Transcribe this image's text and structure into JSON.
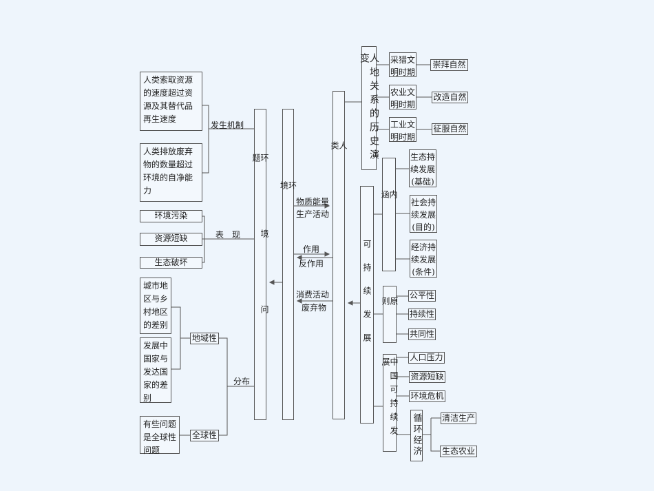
{
  "causes": {
    "label": "发生机制",
    "items": [
      "人类索取资源的速度超过资源及其替代品再生速度",
      "人类排放废弃物的数量超过环境的自净能力"
    ]
  },
  "expressions": {
    "label": "表　现",
    "items": [
      "环境污染",
      "资源短缺",
      "生态破坏"
    ]
  },
  "distribution": {
    "label": "分布",
    "regional": "地域性",
    "global": "全球性",
    "regional_items": [
      "城市地区与乡村地区的差别",
      "发展中国家与发达国家的差别"
    ],
    "global_items": [
      "有些问题是全球性问题"
    ]
  },
  "columns": {
    "env_problem": "环境问题",
    "env": "环境",
    "human": "人类",
    "history": "人地关系的历史演变",
    "sustainable": "可持续发展"
  },
  "flows": {
    "material_1": "物质能量",
    "material_2": "生产活动",
    "action": "作用",
    "reaction": "反作用",
    "consume_1": "消费活动",
    "consume_2": "废弃物"
  },
  "history": {
    "periods": [
      "采猎文明时期",
      "农业文明时期",
      "工业文明时期"
    ],
    "attitudes": [
      "崇拜自然",
      "改造自然",
      "征服自然"
    ]
  },
  "connotation": {
    "label": "内涵",
    "items": [
      "生态持续发展(基础)",
      "社会持续发展(目的)",
      "经济持续发展(条件)"
    ]
  },
  "principles": {
    "label": "原则",
    "items": [
      "公平性",
      "持续性",
      "共同性"
    ]
  },
  "china": {
    "label": "中国可持续发展",
    "items": [
      "人口压力",
      "资源短缺",
      "环境危机"
    ],
    "circular": {
      "label": "循环经济",
      "items": [
        "清洁生产",
        "生态农业"
      ]
    }
  }
}
